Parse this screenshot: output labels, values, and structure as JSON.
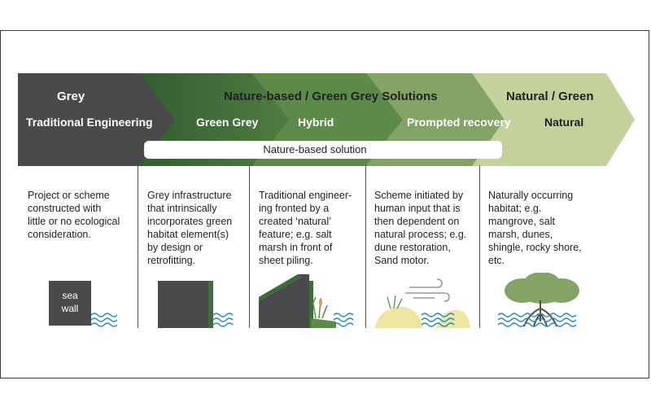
{
  "header": {
    "grey": "Grey",
    "traditional_engineering": "Traditional Engineering",
    "nature_based_green_grey": "Nature-based / Green Grey Solutions",
    "natural_green": "Natural / Green",
    "green_grey": "Green Grey",
    "hybrid": "Hybrid",
    "prompted_recovery": "Prompted recovery",
    "natural": "Natural",
    "nature_based_solution": "Nature-based solution"
  },
  "columns": [
    {
      "description": [
        "Project or scheme",
        "constructed with",
        "little or no ecological",
        "consideration."
      ]
    },
    {
      "description": [
        "Grey infrastructure",
        "that intrinsically",
        "incorporates green",
        "habitat element(s)",
        "by design or",
        "retrofitting."
      ]
    },
    {
      "description": [
        "Traditional engineer-",
        "ing fronted by a",
        "created ‘natural’",
        "feature; e.g. salt",
        "marsh in front of",
        "sheet piling."
      ]
    },
    {
      "description": [
        "Scheme initiated by",
        "human input that is",
        "then dependent on",
        "natural process; e.g.",
        "dune restoration,",
        "Sand motor."
      ]
    },
    {
      "description": [
        "Naturally occurring",
        "habitat; e.g.",
        "mangrove, salt",
        "marsh, dunes,",
        "shingle, rocky shore,",
        "etc."
      ]
    }
  ],
  "illustrations": {
    "seawall_line1": "sea",
    "seawall_line2": "wall"
  },
  "colors": {
    "grey": "#4a4a4c",
    "green_grey": "#3f6c3a",
    "hybrid": "#5c8a48",
    "prompted": "#84a467",
    "natural": "#c3d19d",
    "sand": "#eee5a3",
    "water": "#2e8bc0"
  }
}
